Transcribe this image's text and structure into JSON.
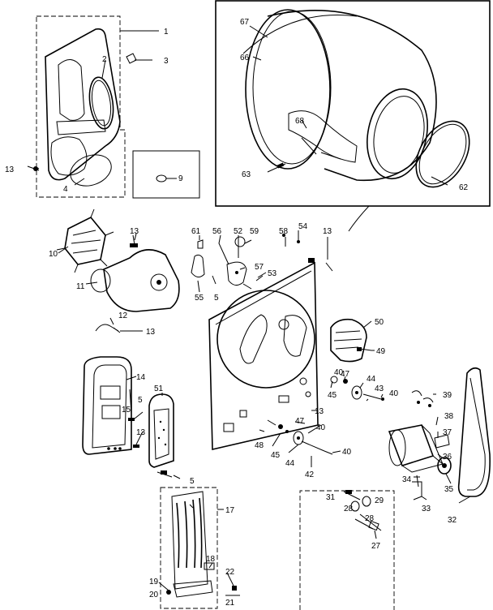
{
  "labels": {
    "p1": "1",
    "p2": "2",
    "p3": "3",
    "p4": "4",
    "p5a": "5",
    "p5b": "5",
    "p5c": "5",
    "p9": "9",
    "p10": "10",
    "p11": "11",
    "p12": "12",
    "p13a": "13",
    "p13b": "13",
    "p13c": "13",
    "p13d": "13",
    "p13e": "13",
    "p13f": "13",
    "p13g": "13",
    "p14": "14",
    "p15": "15",
    "p17": "17",
    "p18": "18",
    "p19": "19",
    "p20": "20",
    "p21": "21",
    "p22": "22",
    "p27": "27",
    "p28a": "28",
    "p28b": "28",
    "p29": "29",
    "p31": "31",
    "p32": "32",
    "p33": "33",
    "p34": "34",
    "p35": "35",
    "p36": "36",
    "p37": "37",
    "p38": "38",
    "p39": "39",
    "p40a": "40",
    "p40b": "40",
    "p40c": "40",
    "p40d": "40",
    "p42": "42",
    "p43": "43",
    "p44a": "44",
    "p44b": "44",
    "p45a": "45",
    "p45b": "45",
    "p47a": "47",
    "p47b": "47",
    "p48": "48",
    "p49": "49",
    "p50": "50",
    "p51": "51",
    "p52": "52",
    "p53": "53",
    "p54": "54",
    "p55": "55",
    "p56": "56",
    "p57": "57",
    "p58": "58",
    "p59": "59",
    "p61": "61",
    "p62": "62",
    "p63": "63",
    "p66": "66",
    "p67": "67",
    "p68": "68"
  }
}
